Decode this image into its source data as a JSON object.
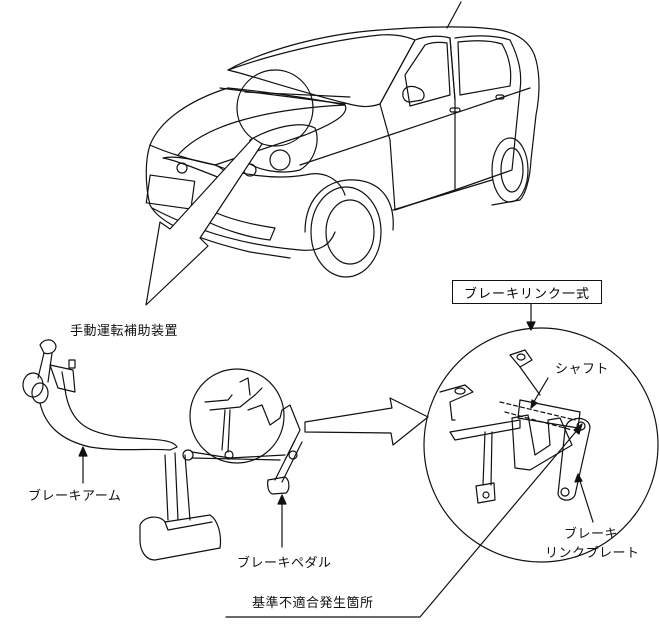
{
  "figure": {
    "description": "Recall diagram: manual driving assist device brake link location on compact hatchback",
    "colors": {
      "line": "#111111",
      "background": "#ffffff"
    }
  },
  "labels": {
    "assist_device": "手動運転補助装置",
    "brake_link_set": "ブレーキリンク一式",
    "shaft": "シャフト",
    "brake_link_plate_line1": "ブレーキ",
    "brake_link_plate_line2": "リンクプレート",
    "brake_arm": "ブレーキアーム",
    "brake_pedal": "ブレーキペダル",
    "defect_location": "基準不適合発生箇所"
  },
  "icons": {
    "car": "hatchback-car-illustration",
    "zoom_arrow_1": "large-callout-arrow",
    "zoom_arrow_2": "large-callout-arrow",
    "detail_circle_small": "magnify-circle",
    "detail_circle_large": "magnify-circle"
  }
}
